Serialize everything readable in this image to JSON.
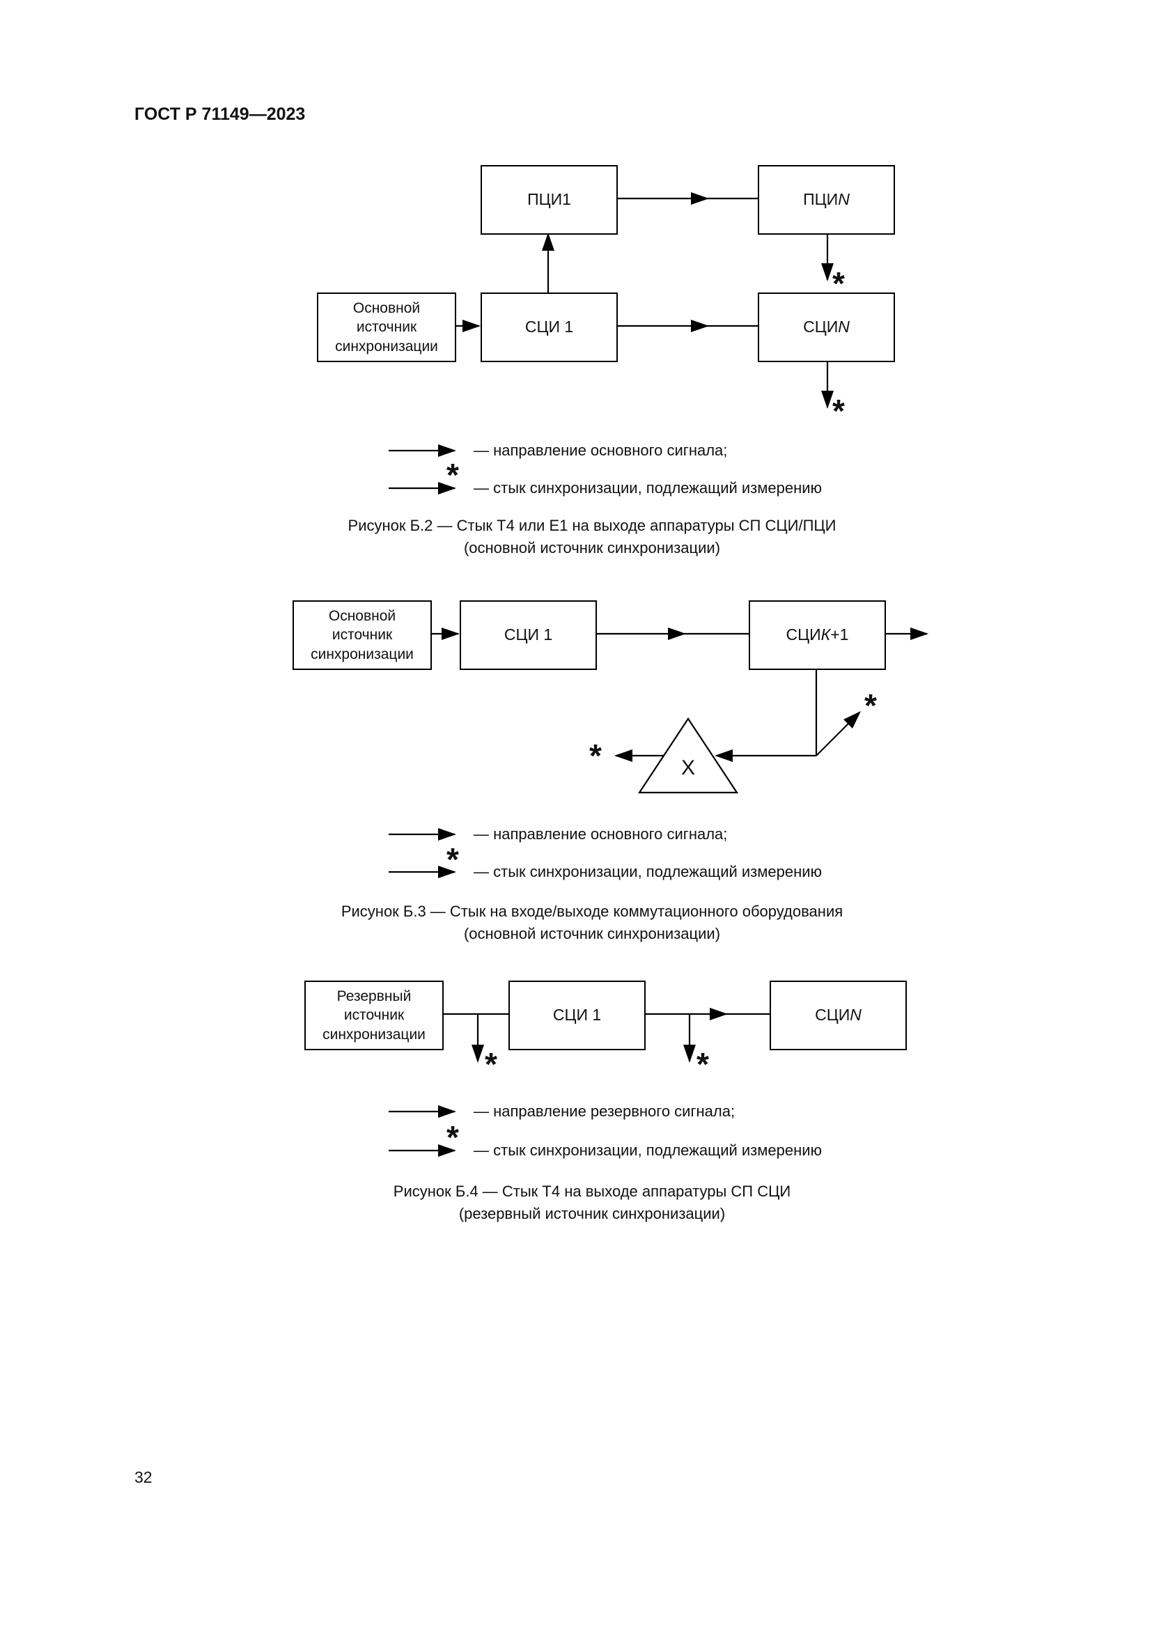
{
  "page": {
    "header": "ГОСТ Р 71149—2023",
    "number": "32"
  },
  "symbols": {
    "asterisk": "*",
    "x": "X"
  },
  "legend": {
    "main_signal": "— направление основного сигнала;",
    "reserve_signal": "— направление резервного сигнала;",
    "sync_point": "— стык синхронизации, подлежащий измерению"
  },
  "fig2": {
    "boxes": {
      "pci1": "ПЦИ1",
      "pciN": {
        "prefix": "ПЦИ ",
        "var": "N"
      },
      "source": "Основной\nисточник\nсинхронизации",
      "sci1": "СЦИ 1",
      "sciN": {
        "prefix": "СЦИ ",
        "var": "N"
      }
    },
    "caption1": "Рисунок Б.2 — Стык Т4 или Е1 на выходе аппаратуры СП СЦИ/ПЦИ",
    "caption2": "(основной источник синхронизации)"
  },
  "fig3": {
    "boxes": {
      "source": "Основной\nисточник\nсинхронизации",
      "sci1": "СЦИ 1",
      "sciK": {
        "prefix": "СЦИ ",
        "var": "К",
        "suffix": "+1"
      }
    },
    "caption1": "Рисунок Б.3 — Стык на входе/выходе коммутационного оборудования",
    "caption2": "(основной источник синхронизации)"
  },
  "fig4": {
    "boxes": {
      "source": "Резервный\nисточник\nсинхронизации",
      "sci1": "СЦИ 1",
      "sciN": {
        "prefix": "СЦИ ",
        "var": "N"
      }
    },
    "caption1": "Рисунок Б.4 — Стык Т4 на выходе аппаратуры СП СЦИ",
    "caption2": "(резервный источник синхронизации)"
  }
}
